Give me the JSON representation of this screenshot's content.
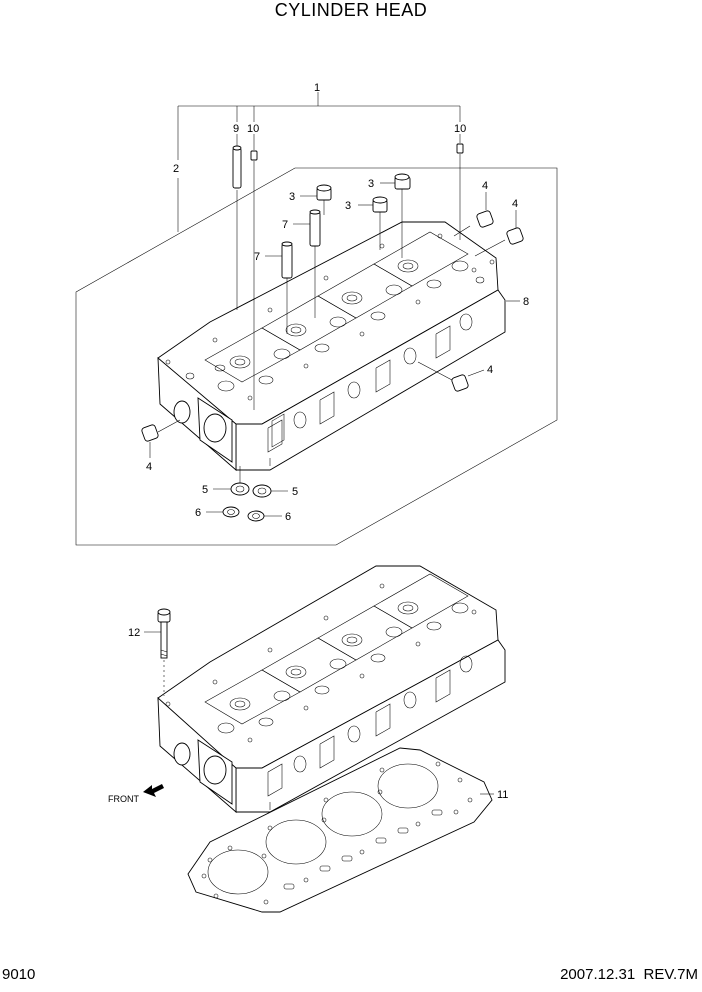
{
  "page": {
    "title": "CYLINDER HEAD",
    "page_number": "9010",
    "date": "2007.12.31",
    "revision": "REV.7M"
  },
  "callouts": [
    "1",
    "2",
    "3",
    "3",
    "3",
    "4",
    "4",
    "4",
    "4",
    "5",
    "5",
    "6",
    "6",
    "7",
    "7",
    "8",
    "9",
    "10",
    "10",
    "11",
    "12"
  ],
  "direction_label": "FRONT"
}
